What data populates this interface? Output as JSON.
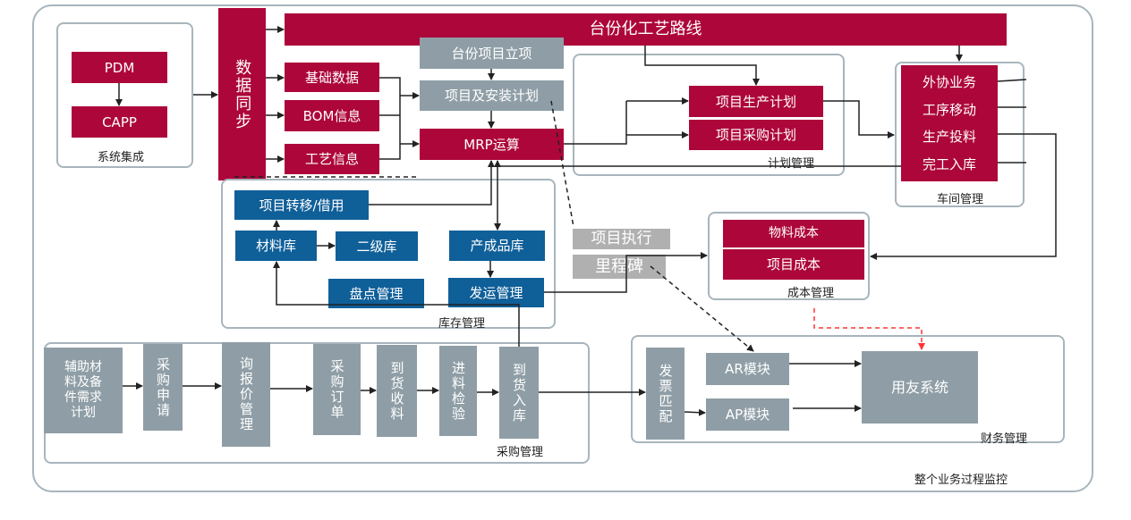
{
  "colors": {
    "module_red": "#ad063b",
    "inventory_blue": "#0f5f99",
    "process_gray": "#8f9ea6",
    "execution_gray": "#b0b0b0",
    "group_border": "#a8b5bc",
    "connector": "#222222",
    "finance_link_red": "#ff3333"
  },
  "overall": {
    "label": "整个业务过程监控"
  },
  "integration": {
    "label": "系统集成",
    "pdm": "PDM",
    "capp": "CAPP"
  },
  "data_sync": {
    "label": "数据同步"
  },
  "routing_bar": {
    "label": "台份化工艺路线"
  },
  "master_data": {
    "basic_data": "基础数据",
    "bom_info": "BOM信息",
    "process_info": "工艺信息"
  },
  "project": {
    "initiation": "台份项目立项",
    "install_plan": "项目及安装计划",
    "mrp": "MRP运算"
  },
  "planning": {
    "label": "计划管理",
    "production_plan": "项目生产计划",
    "purchase_plan": "项目采购计划"
  },
  "workshop": {
    "label": "车间管理",
    "items": [
      "外协业务",
      "工序移动",
      "生产投料",
      "完工入库"
    ]
  },
  "inventory": {
    "label": "库存管理",
    "transfer": "项目转移/借用",
    "material_store": "材料库",
    "secondary_store": "二级库",
    "finished_store": "产成品库",
    "stocktake": "盘点管理",
    "shipping": "发运管理"
  },
  "execution": {
    "project_exec": "项目执行",
    "milestone": "里程碑"
  },
  "cost": {
    "label": "成本管理",
    "material_cost": "物料成本",
    "project_cost": "项目成本"
  },
  "purchasing": {
    "label": "采购管理",
    "steps": [
      "辅助材\n料及备\n件需求\n计划",
      "采购申请",
      "询报价管理",
      "采购订单",
      "到货收料",
      "进料检验",
      "到货入库"
    ]
  },
  "finance": {
    "label": "财务管理",
    "invoice_match": "发票匹配",
    "ar_module": "AR模块",
    "ap_module": "AP模块",
    "yonyou": "用友系统"
  }
}
